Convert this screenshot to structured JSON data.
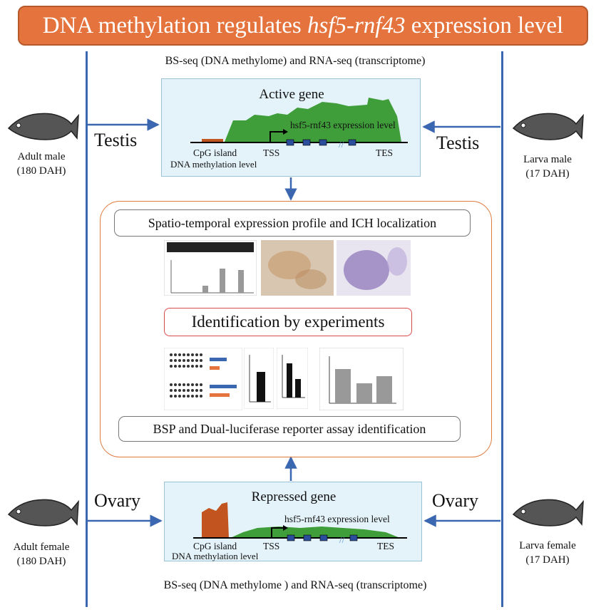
{
  "title": {
    "prefix": "DNA methylation regulates ",
    "gene": "hsf5-rnf43",
    "suffix": " expression level"
  },
  "top_caption": "BS-seq (DNA methylome) and RNA-seq (transcriptome)",
  "bottom_caption": "BS-seq (DNA methylome ) and RNA-seq (transcriptome)",
  "active_panel": {
    "title": "Active gene",
    "expression_label": "hsf5-rnf43  expression level",
    "cpg": "CpG island",
    "tss": "TSS",
    "tes": "TES",
    "methylation": "DNA methylation level"
  },
  "repressed_panel": {
    "title": "Repressed gene",
    "expression_label": "hsf5-rnf43 expression level",
    "cpg": "CpG island",
    "tss": "TSS",
    "tes": "TES",
    "methylation": "DNA methylation level"
  },
  "left": {
    "top_tissue": "Testis",
    "bottom_tissue": "Ovary",
    "top_fish": [
      "Adult male",
      "(180 DAH)"
    ],
    "bottom_fish": [
      "Adult female",
      "(180 DAH)"
    ]
  },
  "right": {
    "top_tissue": "Testis",
    "bottom_tissue": "Ovary",
    "top_fish": [
      "Larva male",
      "(17 DAH)"
    ],
    "bottom_fish": [
      "Larva female",
      "(17 DAH)"
    ]
  },
  "center": {
    "expression_box": "Spatio-temporal expression profile and ICH localization",
    "experiments_box": "Identification by experiments",
    "bsp_box": "BSP and Dual-luciferase reporter assay identification"
  },
  "colors": {
    "banner": "#e4733d",
    "line": "#3b67b0",
    "green": "#3f9e3a",
    "methyl": "#c2551f"
  }
}
